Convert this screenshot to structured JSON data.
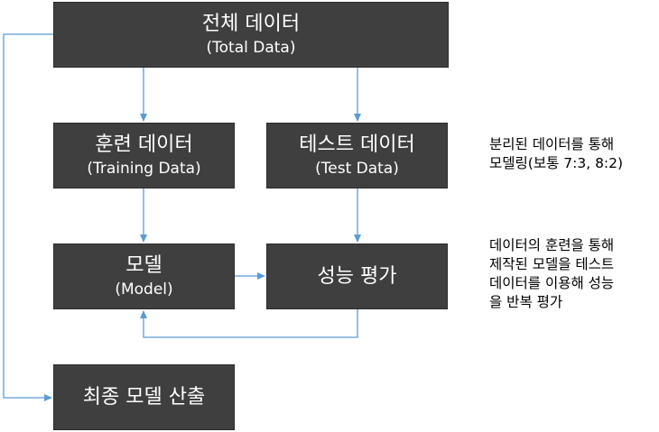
{
  "boxes": {
    "total": {
      "title": "전체 데이터",
      "subtitle": "(Total Data)"
    },
    "train": {
      "title": "훈련 데이터",
      "subtitle": "(Training Data)"
    },
    "test": {
      "title": "테스트 데이터",
      "subtitle": "(Test Data)"
    },
    "model": {
      "title": "모델",
      "subtitle": "(Model)"
    },
    "eval": {
      "title": "성능 평가"
    },
    "final": {
      "title": "최종 모델 산출"
    }
  },
  "notes": {
    "split": [
      "분리된 데이터를 통해",
      "모델링(보통 7:3, 8:2)"
    ],
    "iterate": [
      "데이터의 훈련을 통해",
      "제작된 모델을 테스트",
      "데이터를 이용해 성능",
      "을 반복 평가"
    ]
  },
  "colors": {
    "box_fill": "#3f3f3f",
    "box_text": "#ffffff",
    "arrow": "#5b9bd5"
  }
}
